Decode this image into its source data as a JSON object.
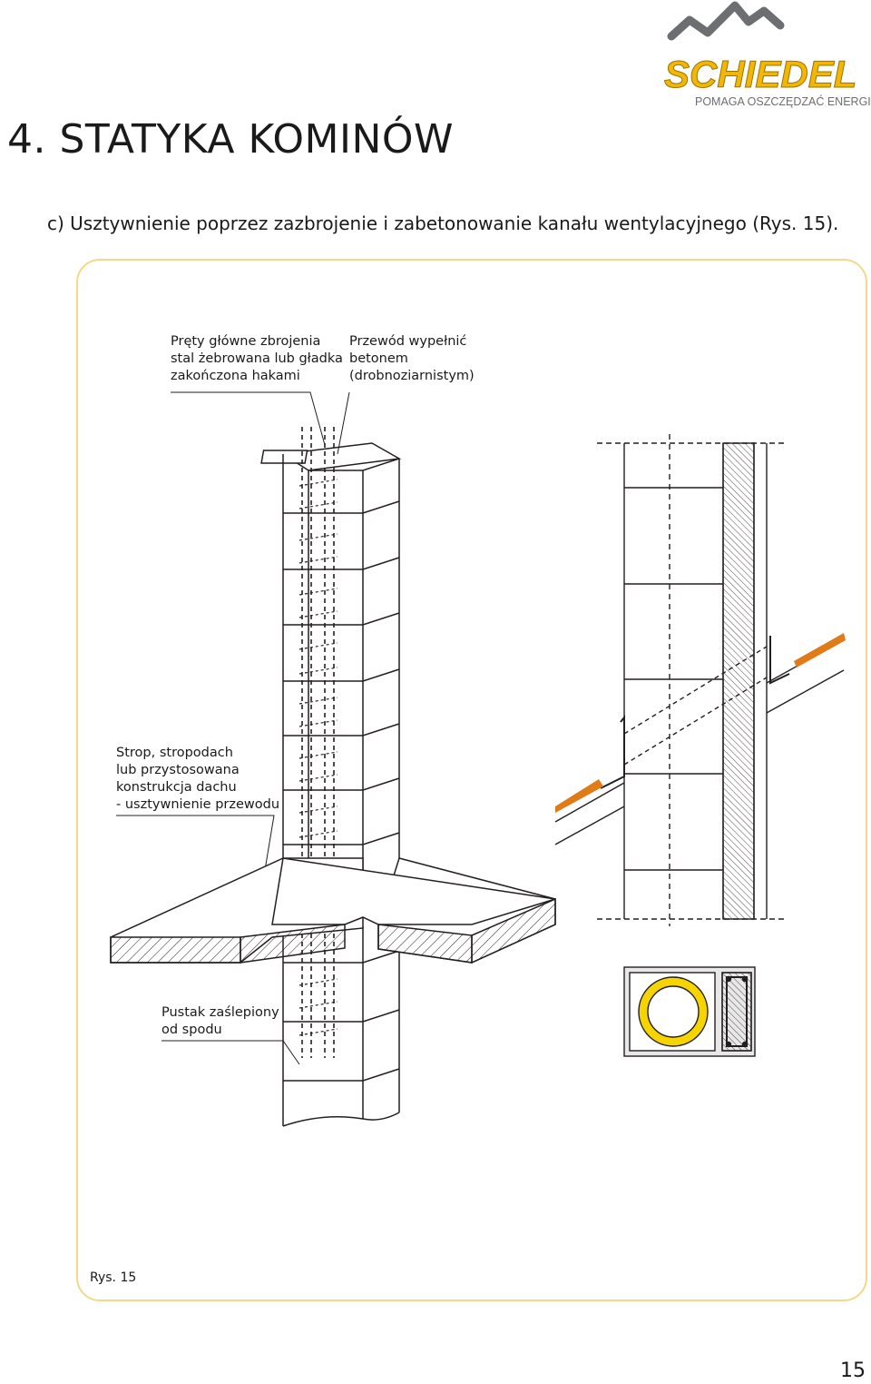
{
  "logo": {
    "brand": "SCHIEDEL",
    "tagline": "POMAGA OSZCZĘDZAĆ ENERGIĘ",
    "brand_color": "#f2b705",
    "mark_color": "#6d6e71"
  },
  "heading": "4. STATYKA KOMINÓW",
  "subheading": "c)  Usztywnienie poprzez zazbrojenie i zabetonowanie kanału wentylacyjnego (Rys. 15).",
  "labels": {
    "rods": [
      "Pręty główne zbrojenia",
      "stal żebrowana lub gładka",
      "zakończona hakami"
    ],
    "fill": [
      "Przewód wypełnić",
      "betonem",
      "(drobnoziarnistym)"
    ],
    "slab": [
      "Strop, stropodach",
      "lub przystosowana",
      "konstrukcja dachu",
      "- usztywnienie przewodu"
    ],
    "block": [
      "Pustak zaślepiony",
      "od spodu"
    ]
  },
  "caption": "Rys. 15",
  "page_number": "15",
  "colors": {
    "frame": "#f2d98a",
    "roof_tile": "#e07b18",
    "insulation": "#f5d400",
    "line": "#231f20"
  }
}
